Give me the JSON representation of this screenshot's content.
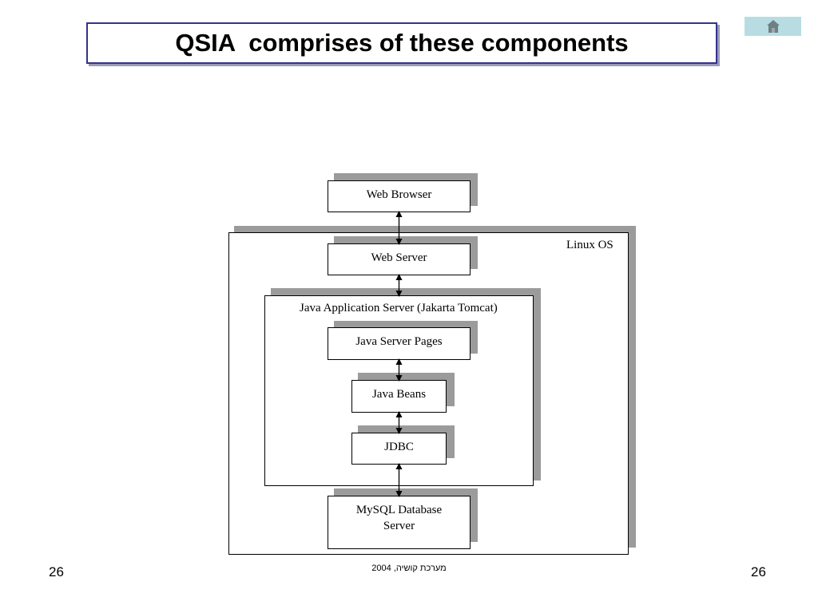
{
  "slide": {
    "title": "QSIA  comprises of these components",
    "page_left": "26",
    "page_right": "26",
    "footer": "מערכת קושיה, 2004"
  },
  "nav": {
    "home_icon": "home-icon"
  },
  "diagram": {
    "linux_label": "Linux OS",
    "tomcat_label": "Java Application Server (Jakarta Tomcat)",
    "web_browser": "Web Browser",
    "web_server": "Web Server",
    "jsp": "Java Server Pages",
    "java_beans": "Java Beans",
    "jdbc": "JDBC",
    "mysql": "MySQL Database Server"
  },
  "colors": {
    "shadow": "#9b9b9b",
    "title_border": "#33338a",
    "home_button": "#b7dde3"
  }
}
